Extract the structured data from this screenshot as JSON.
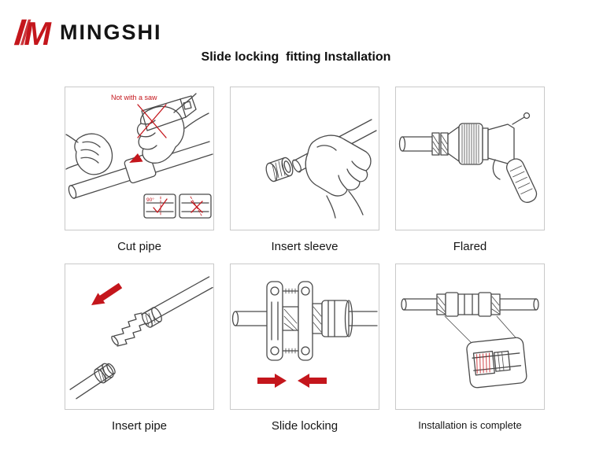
{
  "header": {
    "logo_text": "MINGSHI",
    "title": "Slide locking  fitting Installation"
  },
  "panels": [
    {
      "id": "cut-pipe",
      "caption": "Cut pipe",
      "warning": "Not with a saw",
      "angle_label": "90°"
    },
    {
      "id": "insert-sleeve",
      "caption": "Insert sleeve"
    },
    {
      "id": "flared",
      "caption": "Flared"
    },
    {
      "id": "insert-pipe",
      "caption": "Insert pipe"
    },
    {
      "id": "slide-locking",
      "caption": "Slide locking"
    },
    {
      "id": "complete",
      "caption": "Installation is complete"
    }
  ],
  "colors": {
    "accent_red": "#c4161c",
    "line": "#4a4a4a",
    "panel_border": "#c9c9c9"
  }
}
